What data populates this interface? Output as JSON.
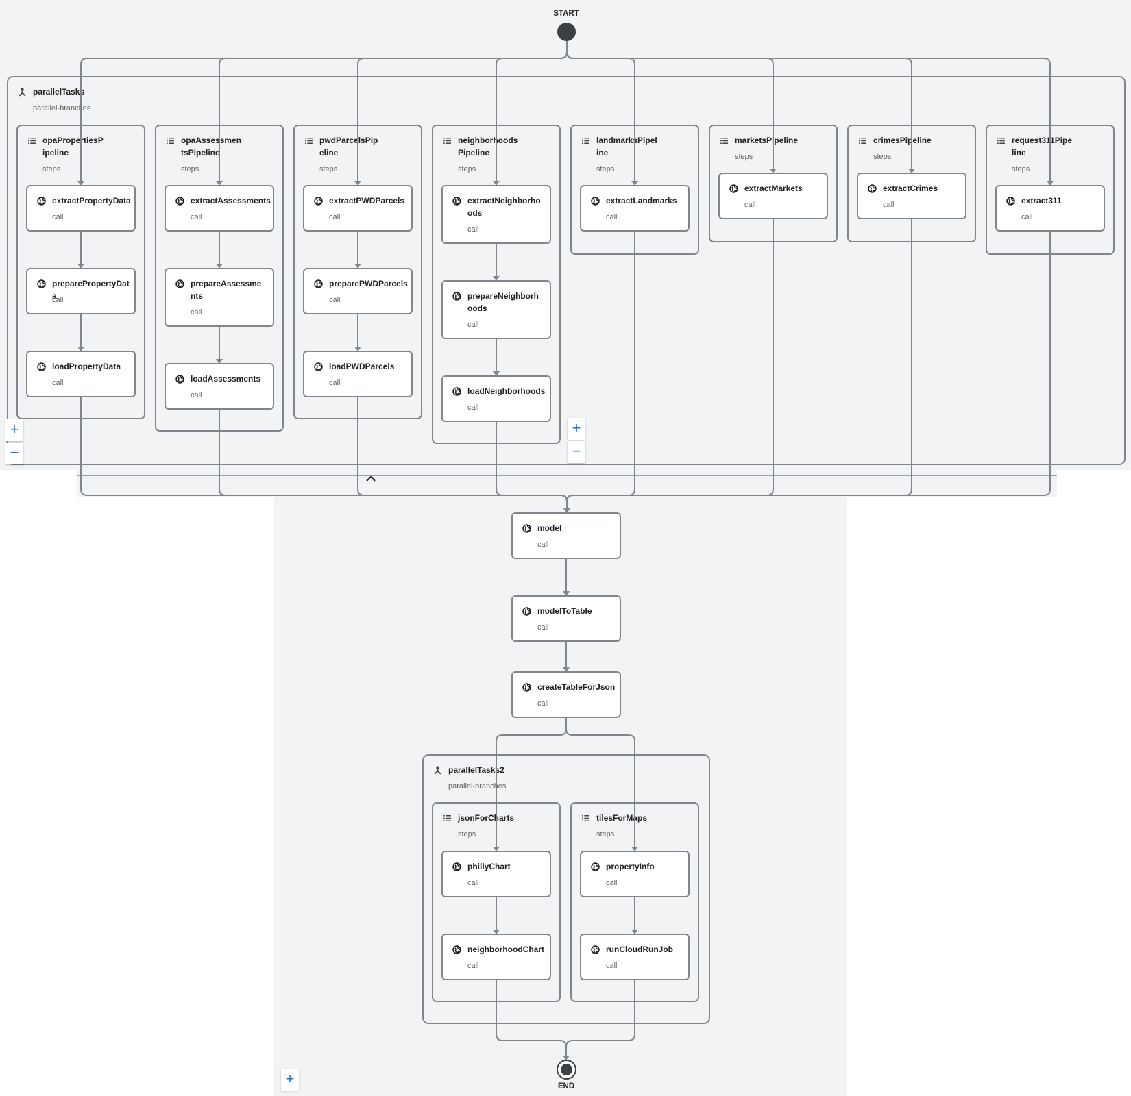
{
  "start_label": "START",
  "end_label": "END",
  "zoom_in": "+",
  "zoom_out": "−",
  "group1": {
    "title": "parallelTasks",
    "type": "parallel-branches",
    "branches": [
      {
        "title": "opaPropertiesPipeline",
        "type": "steps",
        "steps": [
          {
            "name": "extractPropertyData",
            "kind": "call"
          },
          {
            "name": "preparePropertyData",
            "kind": "call"
          },
          {
            "name": "loadPropertyData",
            "kind": "call"
          }
        ]
      },
      {
        "title": "opaAssessmentsPipeline",
        "type": "steps",
        "steps": [
          {
            "name": "extractAssessments",
            "kind": "call"
          },
          {
            "name": "prepareAssessments",
            "kind": "call"
          },
          {
            "name": "loadAssessments",
            "kind": "call"
          }
        ]
      },
      {
        "title": "pwdParcelsPipeline",
        "type": "steps",
        "steps": [
          {
            "name": "extractPWDParcels",
            "kind": "call"
          },
          {
            "name": "preparePWDParcels",
            "kind": "call"
          },
          {
            "name": "loadPWDParcels",
            "kind": "call"
          }
        ]
      },
      {
        "title": "neighborhoodsPipeline",
        "type": "steps",
        "steps": [
          {
            "name": "extractNeighborhoods",
            "kind": "call"
          },
          {
            "name": "prepareNeighborhoods",
            "kind": "call"
          },
          {
            "name": "loadNeighborhoods",
            "kind": "call"
          }
        ]
      },
      {
        "title": "landmarksPipeline",
        "type": "steps",
        "steps": [
          {
            "name": "extractLandmarks",
            "kind": "call"
          }
        ]
      },
      {
        "title": "marketsPipeline",
        "type": "steps",
        "steps": [
          {
            "name": "extractMarkets",
            "kind": "call"
          }
        ]
      },
      {
        "title": "crimesPipeline",
        "type": "steps",
        "steps": [
          {
            "name": "extractCrimes",
            "kind": "call"
          }
        ]
      },
      {
        "title": "request311Pipeline",
        "type": "steps",
        "steps": [
          {
            "name": "extract311",
            "kind": "call"
          }
        ]
      }
    ]
  },
  "main_steps": [
    {
      "name": "model",
      "kind": "call"
    },
    {
      "name": "modelToTable",
      "kind": "call"
    },
    {
      "name": "createTableForJson",
      "kind": "call"
    }
  ],
  "group2": {
    "title": "parallelTasks2",
    "type": "parallel-branches",
    "branches": [
      {
        "title": "jsonForCharts",
        "type": "steps",
        "steps": [
          {
            "name": "phillyChart",
            "kind": "call"
          },
          {
            "name": "neighborhoodChart",
            "kind": "call"
          }
        ]
      },
      {
        "title": "tilesForMaps",
        "type": "steps",
        "steps": [
          {
            "name": "propertyInfo",
            "kind": "call"
          },
          {
            "name": "runCloudRunJob",
            "kind": "call"
          }
        ]
      }
    ]
  },
  "colors": {
    "edge": "#80868b",
    "canvas": "#f1f3f4",
    "start_dot": "#3c4043",
    "zoom": "#1a73e8"
  }
}
